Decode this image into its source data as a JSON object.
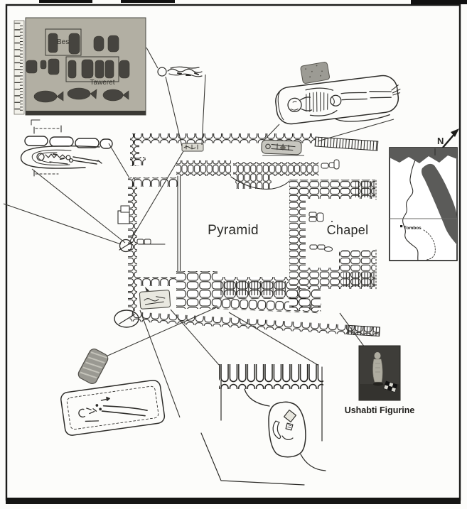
{
  "figure": {
    "type": "archaeological-site-plan-figure",
    "plan": {
      "pyramid_label": "Pyramid",
      "chapel_label": "Chapel"
    },
    "amulet_photo": {
      "bes_label": "Bes",
      "taweret_label": "Taweret"
    },
    "locator_map": {
      "north_label": "N",
      "site_label": "Tombos"
    },
    "ushabti": {
      "caption": "Ushabti Figurine"
    },
    "colors": {
      "paper": "#fcfcfa",
      "ink": "#2e2d2a",
      "photo_background": "#b2afa3",
      "amulet_dark": "#46443f",
      "map_sea_dark": "#5b5b59",
      "ushabti_photo_background": "#3e3d39",
      "mudbrick_gray": "#9a9992"
    }
  }
}
